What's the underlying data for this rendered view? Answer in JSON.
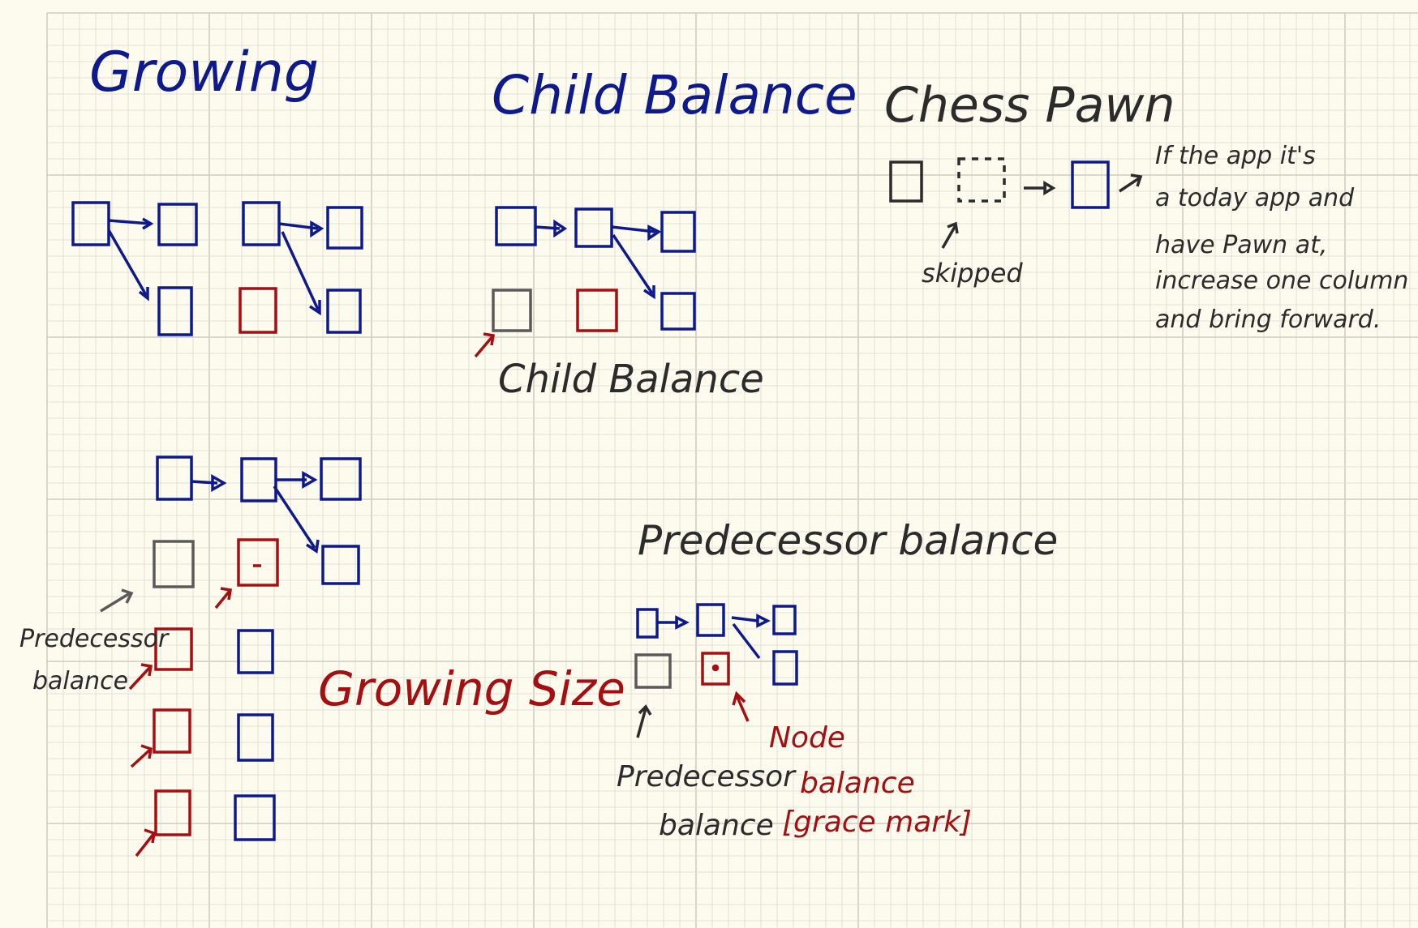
{
  "colors": {
    "paper": "#fdfbee",
    "grid_minor": "#e3e1d6",
    "grid_major": "#cfcdc2",
    "blue_ink": "#0e1a8c",
    "red_ink": "#a50f12",
    "black_ink": "#2b2b2b",
    "gray_ink": "#5a5a5a"
  },
  "sections": {
    "growing": {
      "title": "Growing",
      "note": "Growing Size"
    },
    "child_balance": {
      "title": "Child Balance",
      "caption": "Child Balance"
    },
    "chess_pawn": {
      "title": "Chess Pawn",
      "skipped_label": "skipped",
      "note_lines": [
        "If the app it's",
        "a today app and",
        "have Pawn at,",
        "increase one column",
        "and bring forward."
      ]
    },
    "predecessor_balance": {
      "title": "Predecessor balance",
      "left_label_lines": [
        "Predecessor",
        "balance"
      ],
      "bottom_label_lines": [
        "Predecessor",
        "balance"
      ],
      "node_label_lines": [
        "Node",
        "balance",
        "[grace mark]"
      ]
    }
  }
}
